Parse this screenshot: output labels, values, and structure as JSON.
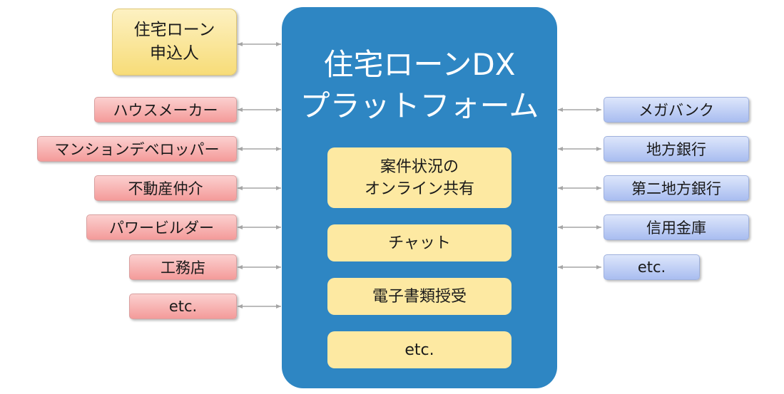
{
  "platform": {
    "title_line1": "住宅ローンDX",
    "title_line2": "プラットフォーム",
    "features": [
      {
        "line1": "案件状況の",
        "line2": "オンライン共有"
      },
      {
        "line1": "チャット"
      },
      {
        "line1": "電子書類授受"
      },
      {
        "line1": "etc."
      }
    ]
  },
  "applicant": {
    "line1": "住宅ローン",
    "line2": "申込人"
  },
  "left_nodes": [
    "ハウスメーカー",
    "マンションデベロッパー",
    "不動産仲介",
    "パワービルダー",
    "工務店",
    "etc."
  ],
  "right_nodes": [
    "メガバンク",
    "地方銀行",
    "第二地方銀行",
    "信用金庫",
    "etc."
  ],
  "colors": {
    "platform": "#2e86c3",
    "feature": "#fde9a2",
    "applicant": "#f7dc78",
    "left_node": "#f49b9a",
    "right_node": "#a9bdf0",
    "arrow": "#a6a6a6"
  }
}
